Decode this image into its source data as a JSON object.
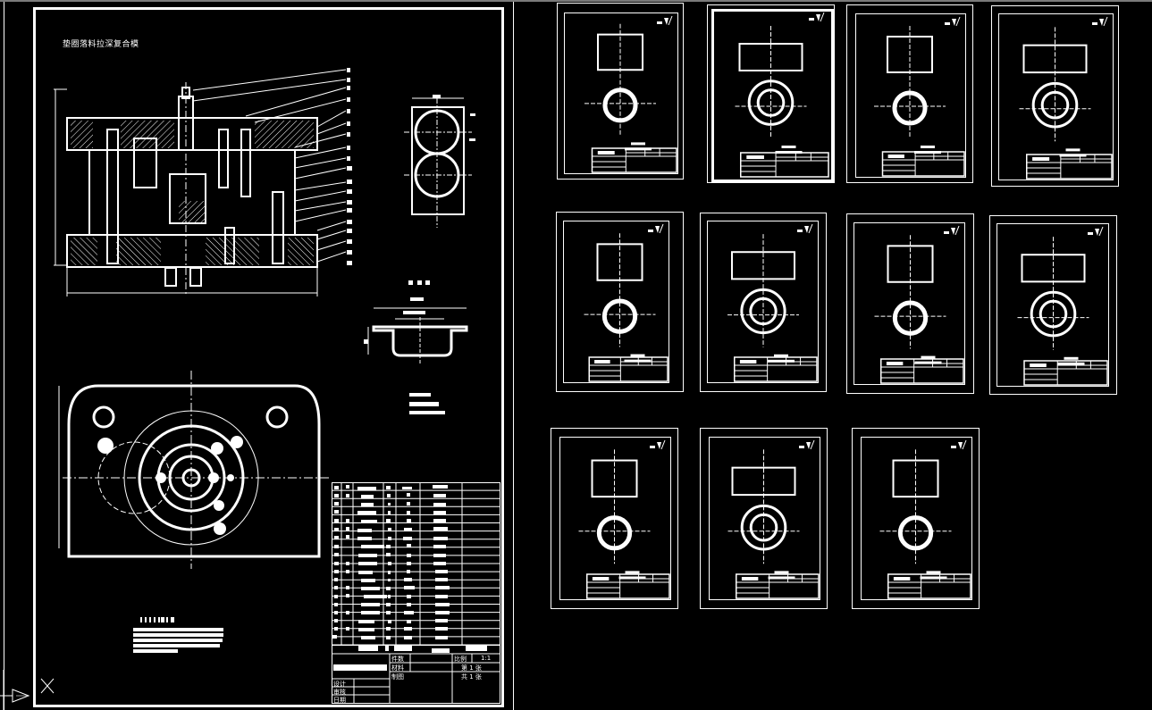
{
  "app": {
    "view": "model-space",
    "background": "#000000",
    "line_color": "#ffffff",
    "topbar_color": "#7a7a7a"
  },
  "main_sheet": {
    "title": "垫圈落料拉深复合模",
    "section_view": {
      "name": "assembly-section",
      "balloon_count": 22,
      "balloons": [
        "1",
        "2",
        "3",
        "4",
        "5",
        "6",
        "7",
        "8",
        "9",
        "10",
        "11",
        "12",
        "13",
        "14",
        "15",
        "16",
        "17",
        "18",
        "19",
        "20",
        "21",
        "22"
      ]
    },
    "strip_layout": {
      "name": "strip-layout",
      "holes": 2
    },
    "part_view": {
      "label": "工件图",
      "notes": [
        "材料",
        "厚度",
        "批量生产"
      ]
    },
    "plan_view": {
      "name": "lower-die-plan"
    },
    "tech_notes": {
      "heading": "技术要求",
      "lines": [
        "1.",
        "2.",
        "3.",
        "4.",
        "5."
      ]
    },
    "bom": {
      "columns": [
        "序号",
        "代号",
        "名称",
        "数量",
        "材料",
        "备注"
      ],
      "row_count": 21
    },
    "title_block": {
      "labels": {
        "scale": "比例",
        "scale_value": "1:1",
        "design": "设计",
        "review": "审核",
        "drawn": "制图",
        "date": "日期",
        "material": "材料",
        "sheet_no": "第 1 张",
        "sheet_total": "共 1 张",
        "qty": "件数"
      }
    }
  },
  "part_drawings": [
    {
      "id": 1,
      "name": "凸凹模",
      "roughness": "Ra"
    },
    {
      "id": 2,
      "name": "凹模",
      "roughness": "Ra"
    },
    {
      "id": 3,
      "name": "凸模固定板",
      "roughness": "Ra"
    },
    {
      "id": 4,
      "name": "打杆",
      "roughness": "Ra"
    },
    {
      "id": 5,
      "name": "拉深凸模",
      "roughness": "Ra"
    },
    {
      "id": 6,
      "name": "顶件块",
      "roughness": "Ra"
    },
    {
      "id": 7,
      "name": "卸料板",
      "roughness": "Ra"
    },
    {
      "id": 8,
      "name": "推件块",
      "roughness": "Ra"
    },
    {
      "id": 9,
      "name": "下模座",
      "roughness": "Ra"
    },
    {
      "id": 10,
      "name": "导料板",
      "roughness": "Ra"
    },
    {
      "id": 11,
      "name": "上模座",
      "roughness": "Ra"
    }
  ],
  "ucs_icon": {
    "label": "X"
  }
}
